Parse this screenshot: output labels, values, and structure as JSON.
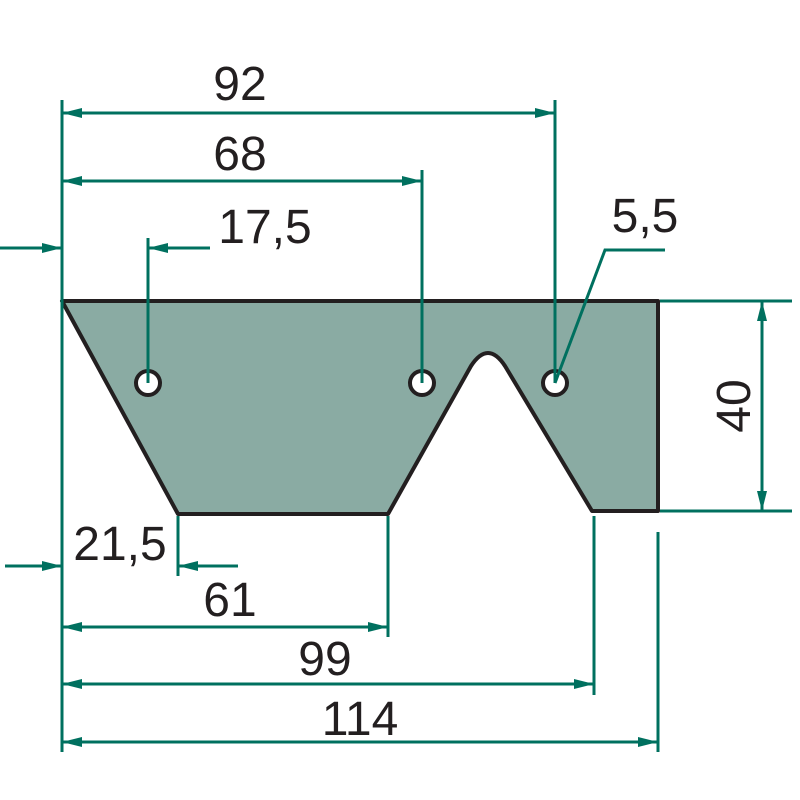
{
  "colors": {
    "part_fill": "#8aaba3",
    "dimension_line": "#00705f",
    "outline": "#231f20"
  },
  "dimensions": {
    "overall_length": "114",
    "hole_outer_position": "92",
    "hole_middle_position": "68",
    "hole_first_position": "17,5",
    "hole_diameter": "5,5",
    "height": "40",
    "bottom_left_offset": "21,5",
    "notch_left_bottom": "61",
    "notch_right_bottom": "99"
  }
}
